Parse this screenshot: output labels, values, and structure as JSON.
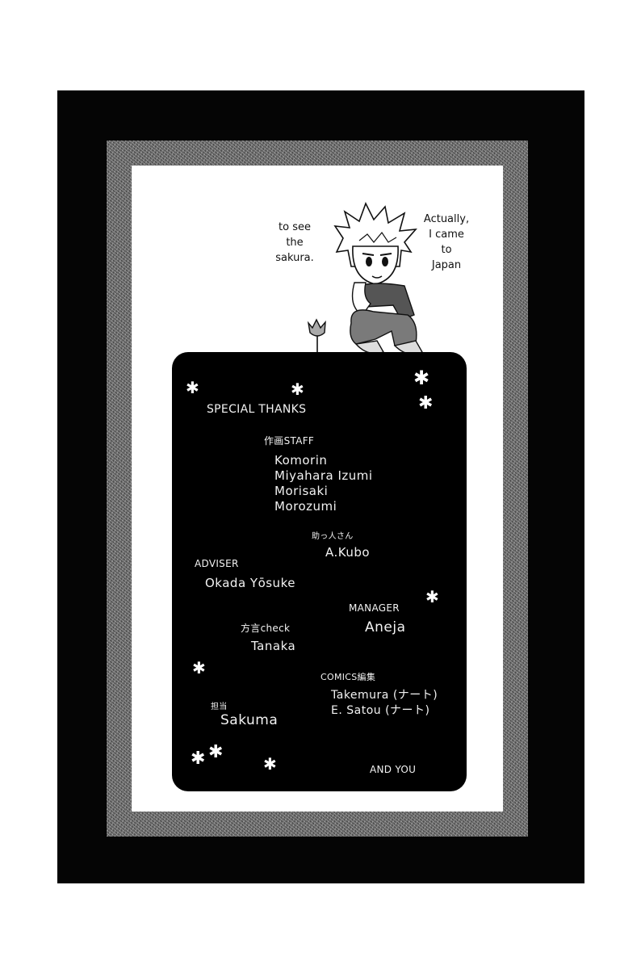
{
  "speech": {
    "left_lines": [
      "to see",
      "the",
      "sakura."
    ],
    "right_lines": [
      "Actually,",
      "I came",
      "to",
      "Japan"
    ]
  },
  "credits": {
    "title": "SPECIAL THANKS",
    "staff": {
      "label": "作画STAFF",
      "names": [
        "Komorin",
        "Miyahara Izumi",
        "Morisaki",
        "Morozumi"
      ]
    },
    "assistant": {
      "label": "助っ人さん",
      "name": "A.Kubo"
    },
    "adviser": {
      "label": "ADVISER",
      "name": "Okada Yōsuke"
    },
    "manager": {
      "label": "MANAGER",
      "name": "Aneja"
    },
    "dialect_check": {
      "label": "方言check",
      "name": "Tanaka"
    },
    "comics_editor": {
      "label": "COMICS編集",
      "names": [
        "Takemura (ナート)",
        "E. Satou (ナート)"
      ]
    },
    "in_charge": {
      "label": "担当",
      "name": "Sakuma"
    },
    "closing": "AND YOU"
  },
  "colors": {
    "outer_frame": "#050505",
    "noise_band": "#6b6b6b",
    "panel": "#000000",
    "panel_text": "#f2f2f2",
    "page": "#ffffff"
  },
  "decorations": {
    "star_glyph": "✱"
  }
}
